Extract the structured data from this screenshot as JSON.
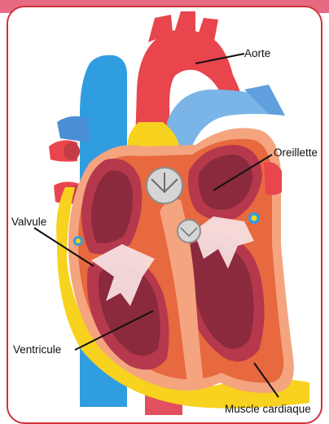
{
  "labels": {
    "aorte": "Aorte",
    "oreillette": "Oreillette",
    "valvule": "Valvule",
    "ventricule": "Ventricule",
    "muscle": "Muscle cardiaque"
  },
  "colors": {
    "frame_border": "#d2303b",
    "top_band": "#e66b82",
    "artery_red": "#e8454d",
    "vein_blue": "#2f9de0",
    "light_blue": "#7bb4e6",
    "muscle_pink": "#f4a47e",
    "chamber_dark": "#8a2a3c",
    "fat_yellow": "#f7d21e"
  }
}
